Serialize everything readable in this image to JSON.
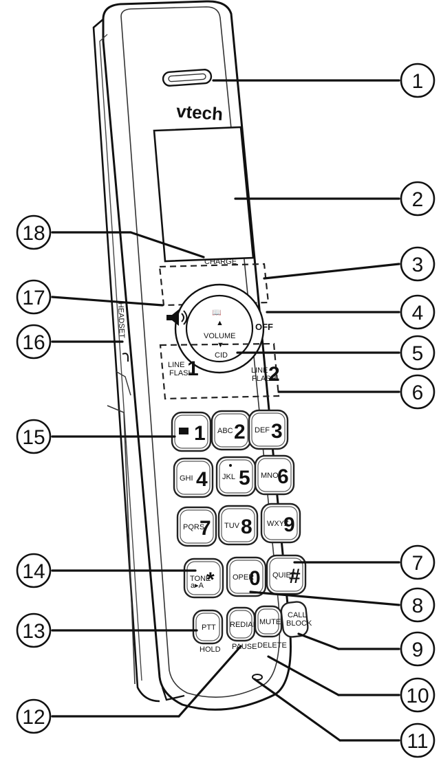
{
  "brand": "vtech",
  "labels": {
    "charge": "CHARGE",
    "off": "OFF",
    "volume": "VOLUME",
    "cid": "CID",
    "headset": "HEADSET",
    "line1": "LINE",
    "flash1": "FLASH",
    "line2": "LINE",
    "flash2": "FLASH",
    "hold": "HOLD",
    "pause": "PAUSE",
    "delete": "DELETE"
  },
  "keys": [
    {
      "digit": "1",
      "letters": ""
    },
    {
      "digit": "2",
      "letters": "ABC"
    },
    {
      "digit": "3",
      "letters": "DEF"
    },
    {
      "digit": "4",
      "letters": "GHI"
    },
    {
      "digit": "5",
      "letters": "JKL"
    },
    {
      "digit": "6",
      "letters": "MNO"
    },
    {
      "digit": "7",
      "letters": "PQRS"
    },
    {
      "digit": "8",
      "letters": "TUV"
    },
    {
      "digit": "9",
      "letters": "WXYZ"
    },
    {
      "digit": "*",
      "letters": "TONE"
    },
    {
      "digit": "0",
      "letters": "OPER"
    },
    {
      "digit": "#",
      "letters": "QUIET"
    }
  ],
  "tone_sub": "a▸A",
  "func_keys": [
    "PTT",
    "REDIAL",
    "MUTE",
    "CALL",
    "BLOCK"
  ],
  "callouts": [
    "1",
    "2",
    "3",
    "4",
    "5",
    "6",
    "7",
    "8",
    "9",
    "10",
    "11",
    "12",
    "13",
    "14",
    "15",
    "16",
    "17",
    "18"
  ]
}
